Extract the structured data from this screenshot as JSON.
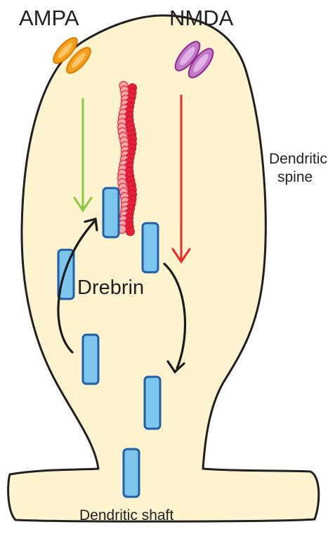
{
  "labels": {
    "ampa": "AMPA",
    "nmda": "NMDA",
    "spine_line1": "Dendritic",
    "spine_line2": "spine",
    "drebrin": "Drebrin",
    "shaft": "Dendritic shaft"
  },
  "colors": {
    "spine_fill": "#fdf4cf",
    "outline": "#231f20",
    "ampa_fill": "#f6a01a",
    "ampa_inner": "#fbc56a",
    "nmda_fill": "#c07ac8",
    "nmda_inner": "#e2b2e6",
    "nmda_stroke": "#93278f",
    "ampa_arrow": "#8dc63f",
    "nmda_arrow": "#ee2a24",
    "drebrin_fill": "#7cc6ee",
    "drebrin_stroke": "#1f5fa8",
    "actin_dark": "#e5213b",
    "actin_light": "#f7a6a6",
    "cycle_arrow": "#1a1a1a"
  },
  "icons": {
    "ampa_receptor": "ampa-receptor-icon",
    "nmda_receptor": "nmda-receptor-icon",
    "actin_filament": "actin-filament",
    "drebrin_protein": "drebrin-protein"
  }
}
